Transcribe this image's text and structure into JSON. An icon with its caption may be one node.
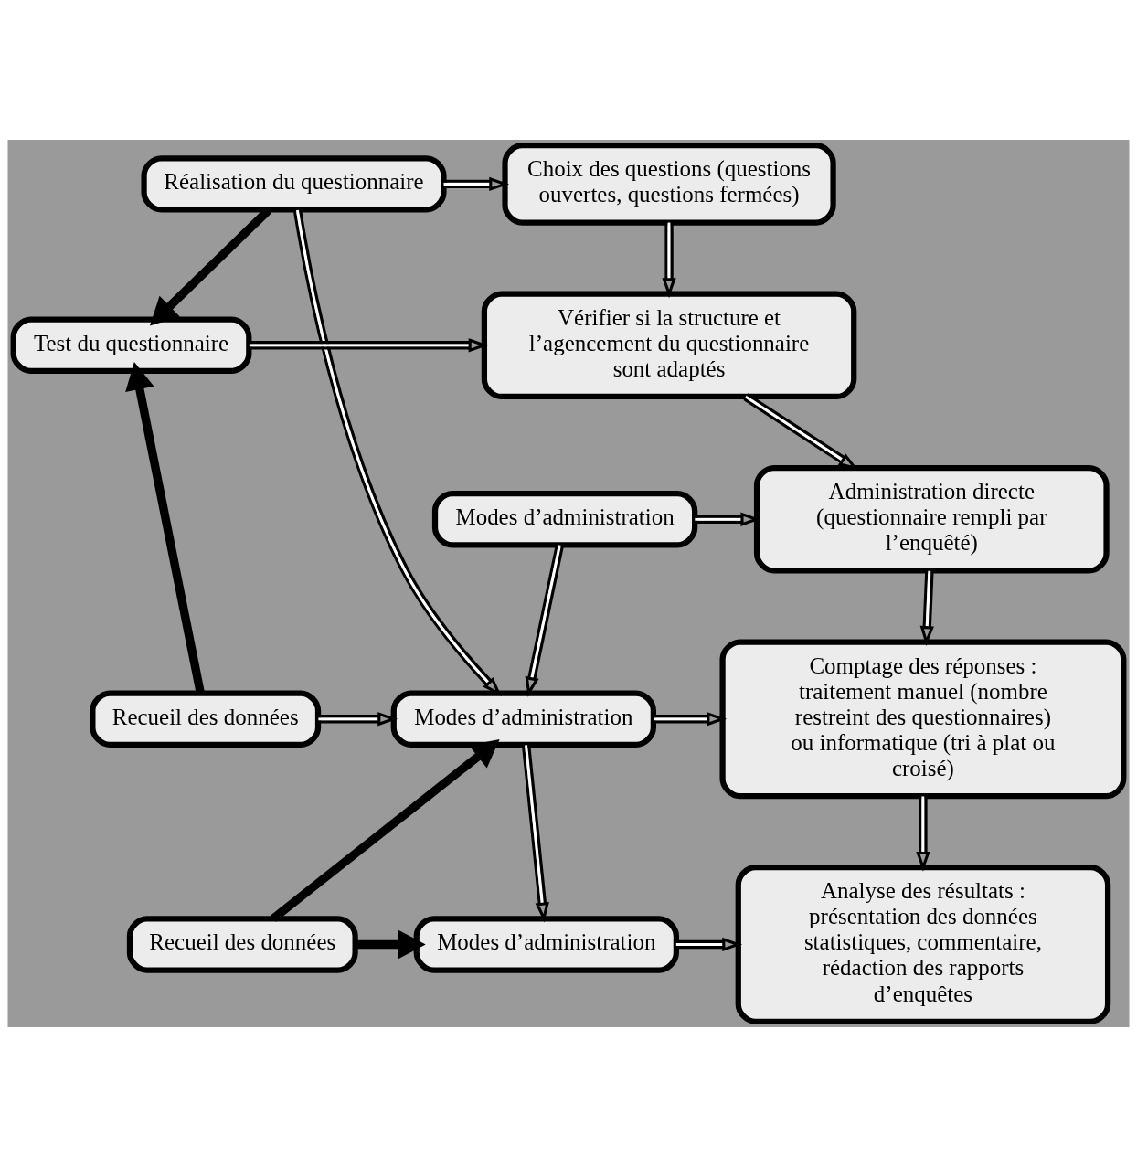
{
  "diagram": {
    "nodes": [
      {
        "text": [
          "Réalisation du questionnaire"
        ]
      },
      {
        "text": [
          "Choix des questions (questions ouvertes, questions fermées)"
        ]
      },
      {
        "text": [
          "Test du questionnaire"
        ]
      },
      {
        "text": [
          "Vérifier si la structure et l’agencement du questionnaire sont adaptés"
        ]
      },
      {
        "text": [
          "Modes d’administration"
        ]
      },
      {
        "text": [
          "Administration directe (questionnaire rempli par l’enquêté)"
        ]
      },
      {
        "text": [
          "Recueil des données"
        ]
      },
      {
        "text": [
          "Modes d’administration"
        ]
      },
      {
        "text": [
          "Comptage des réponses : traitement manuel (nombre restreint des questionnaires) ou informatique (tri à plat ou croisé)"
        ]
      },
      {
        "text": [
          "Recueil des données"
        ]
      },
      {
        "text": [
          "Modes d’administration"
        ]
      },
      {
        "text": [
          "Analyse des résultats : présentation des données statistiques, commentaire, rédaction des rapports d’enquêtes"
        ]
      }
    ],
    "edges": [
      {
        "from": 0,
        "to": 1,
        "arrow": "to"
      },
      {
        "from": 0,
        "to": 2,
        "arrow": "to",
        "style": "thick"
      },
      {
        "from": 0,
        "to": 7,
        "arrow": "to"
      },
      {
        "from": 1,
        "to": 3,
        "arrow": "to"
      },
      {
        "from": 2,
        "to": 3,
        "arrow": "to"
      },
      {
        "from": 3,
        "to": 5,
        "arrow": "to"
      },
      {
        "from": 4,
        "to": 5,
        "arrow": "to"
      },
      {
        "from": 4,
        "to": 7,
        "arrow": "to"
      },
      {
        "from": 6,
        "to": 2,
        "arrow": "to",
        "style": "thick"
      },
      {
        "from": 6,
        "to": 7,
        "arrow": "to"
      },
      {
        "from": 7,
        "to": 8,
        "arrow": "to"
      },
      {
        "from": 5,
        "to": 8,
        "arrow": "to"
      },
      {
        "from": 8,
        "to": 11,
        "arrow": "to"
      },
      {
        "from": 9,
        "to": 7,
        "arrow": "to",
        "style": "thick"
      },
      {
        "from": 9,
        "to": 10,
        "arrow": "to",
        "style": "thick"
      },
      {
        "from": 7,
        "to": 10,
        "arrow": "to"
      },
      {
        "from": 10,
        "to": 11,
        "arrow": "to"
      }
    ]
  }
}
